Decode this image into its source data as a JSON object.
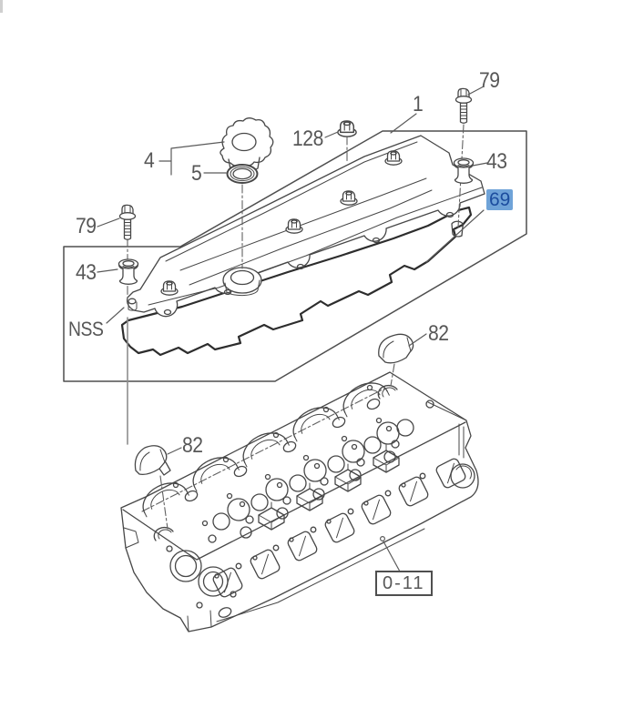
{
  "diagram": {
    "type": "engine-parts-exploded-diagram",
    "subject": "cylinder head cover and cylinder head",
    "callouts": [
      {
        "id": "bolt-upper",
        "label": "79"
      },
      {
        "id": "cover-assembly",
        "label": "1"
      },
      {
        "id": "spacer-upper",
        "label": "43"
      },
      {
        "id": "nut",
        "label": "128"
      },
      {
        "id": "filler-cap",
        "label": "4"
      },
      {
        "id": "cap-seal",
        "label": "5"
      },
      {
        "id": "bolt-left",
        "label": "79"
      },
      {
        "id": "spacer-left",
        "label": "43"
      },
      {
        "id": "not-sold-separately",
        "label": "NSS"
      },
      {
        "id": "gasket-selected",
        "label": "69",
        "highlighted": true
      },
      {
        "id": "cap-right",
        "label": "82"
      },
      {
        "id": "cap-left",
        "label": "82"
      },
      {
        "id": "ref-section",
        "label": "0-11",
        "boxed": true
      }
    ],
    "colors": {
      "line": "#474747",
      "gasket_line": "#2d2d2d",
      "highlight_background": "#6fa3d8",
      "highlight_text": "#1c4d9e",
      "label_text": "#575757",
      "background": "#ffffff"
    }
  }
}
